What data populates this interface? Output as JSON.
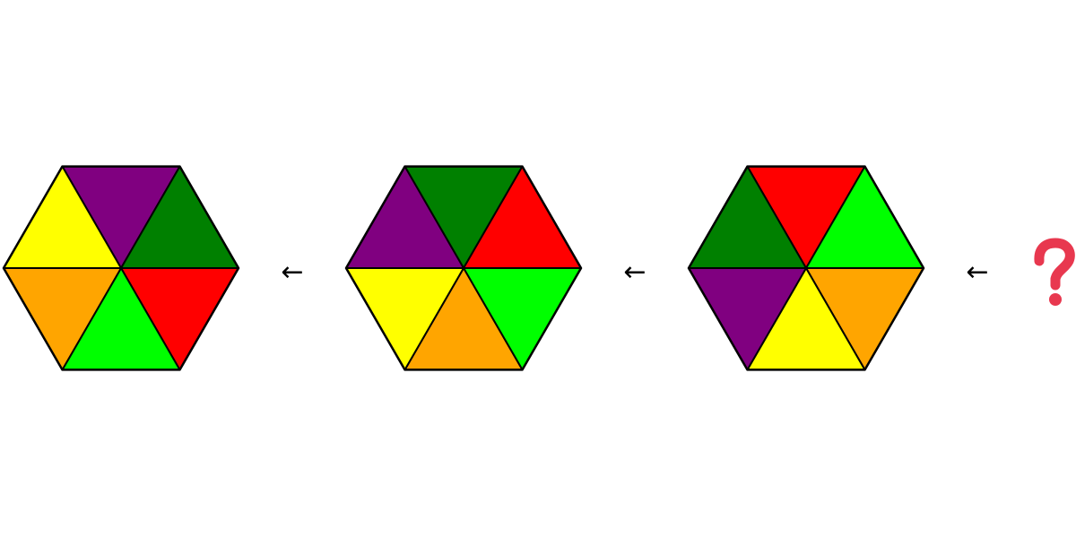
{
  "puzzle": {
    "hexagons": [
      {
        "id": "hexagon-1",
        "segments": [
          {
            "position": "top",
            "color": "#800080"
          },
          {
            "position": "upper-right",
            "color": "#008000"
          },
          {
            "position": "lower-right",
            "color": "#ff0000"
          },
          {
            "position": "bottom",
            "color": "#00ff00"
          },
          {
            "position": "lower-left",
            "color": "#ffa500"
          },
          {
            "position": "upper-left",
            "color": "#ffff00"
          }
        ]
      },
      {
        "id": "hexagon-2",
        "segments": [
          {
            "position": "top",
            "color": "#008000"
          },
          {
            "position": "upper-right",
            "color": "#ff0000"
          },
          {
            "position": "lower-right",
            "color": "#00ff00"
          },
          {
            "position": "bottom",
            "color": "#ffa500"
          },
          {
            "position": "lower-left",
            "color": "#ffff00"
          },
          {
            "position": "upper-left",
            "color": "#800080"
          }
        ]
      },
      {
        "id": "hexagon-3",
        "segments": [
          {
            "position": "top",
            "color": "#ff0000"
          },
          {
            "position": "upper-right",
            "color": "#00ff00"
          },
          {
            "position": "lower-right",
            "color": "#ffa500"
          },
          {
            "position": "bottom",
            "color": "#ffff00"
          },
          {
            "position": "lower-left",
            "color": "#800080"
          },
          {
            "position": "upper-left",
            "color": "#008000"
          }
        ]
      }
    ],
    "arrows": [
      "←",
      "←",
      "←"
    ],
    "question_mark_icon": "question-mark-icon",
    "outline_color": "#000000",
    "question_mark_color": "#e8384f"
  }
}
